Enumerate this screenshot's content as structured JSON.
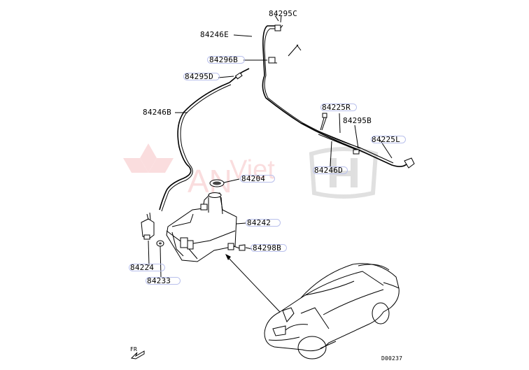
{
  "part_labels": [
    "84295C",
    "84246E",
    "84296B",
    "84295D",
    "84246B",
    "84225R",
    "84295B",
    "84225L",
    "84246D",
    "84204",
    "84242",
    "84298B",
    "84224",
    "84233"
  ],
  "watermark": {
    "text_a": "AN",
    "text_b": "Viet",
    "color": "#e6353a"
  },
  "front_marker": "FR",
  "figure_code": "D00237"
}
